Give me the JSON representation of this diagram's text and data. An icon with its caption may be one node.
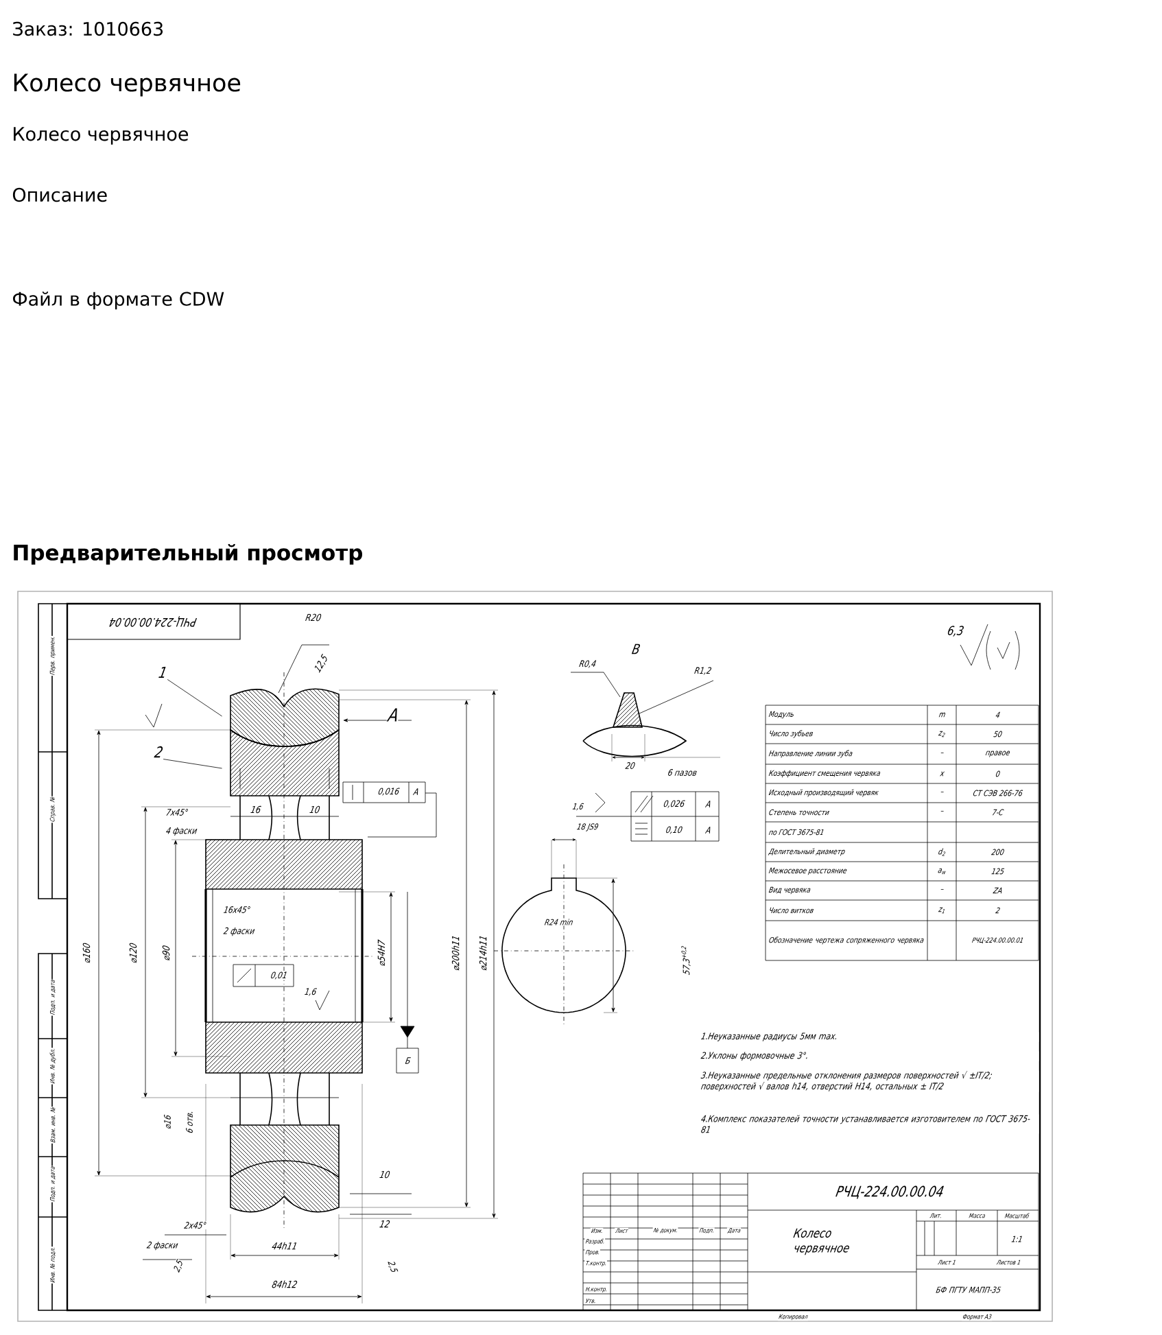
{
  "diagram": {
    "title": "Колесо червячное",
    "nodes": [
      {
        "text": [
          "1"
        ]
      },
      {
        "text": [
          "2"
        ]
      },
      {
        "text": [],
        "shape": "picture"
      },
      {
        "text": [],
        "shape": "picture"
      }
    ],
    "edges": [
      {
        "from": 0,
        "to": 2,
        "arrow": "none"
      },
      {
        "from": 1,
        "to": 3,
        "arrow": "none"
      }
    ],
    "labels": [
      "Заказ: 1010663",
      "Колесо червячное",
      "Описание",
      "Файл в формате CDW",
      "Предварительный просмотр",
      "РЧЦ-224.00.00.04",
      "R20",
      "12,5",
      "A",
      "16",
      "10",
      "0,016",
      "А",
      "7x45°",
      "4 фаски",
      "16x45°",
      "2 фаски",
      "0,01",
      "1,6",
      "Б",
      "⌀160",
      "⌀120",
      "⌀90",
      "⌀54H7",
      "⌀200h11",
      "⌀214h11",
      "⌀16",
      "6 отв.",
      "10",
      "2x45°",
      "12",
      "2 фаски",
      "44h11",
      "2,5",
      "2,5",
      "84h12",
      "В",
      "R0,4",
      "R1,2",
      "20",
      "6 пазов",
      "1,6",
      "18 JS9",
      "0,026",
      "А",
      "0,10",
      "А",
      "R24 min",
      "57,3$^{+0,2}$",
      "6,3",
      "Модуль",
      "m",
      "4",
      "Число зубьев",
      "z$_{2}$",
      "50",
      "Направление линии зуба",
      "–",
      "правое",
      "Коэффициент смещения червяка",
      "x",
      "0",
      "Исходный производящий червяк",
      "–",
      "СТ СЭВ 266-76",
      "Степень точности",
      "–",
      "7-С",
      "по ГОСТ 3675-81",
      "Делительный диаметр",
      "d$_{2}$",
      "200",
      "Межосевое расстояние",
      "a$_{w}$",
      "125",
      "Вид червяка",
      "–",
      "ZA",
      "Число витков",
      "z$_{1}$",
      "2",
      "Обозначение чертежа сопряженного червяка",
      "РЧЦ-224.00.00.01",
      "1.Неуказанные радиусы 5мм max.",
      "2.Уклоны формовочные 3°.",
      "3.Неуказанные предельные отклонения размеров поверхностей √ ±IT/2; поверхностей √ валов h14, отверстий H14, остальных ± IT/2",
      "4.Комплекс показателей точности устанавливается изготовителем по ГОСТ 3675-81",
      "РЧЦ-224.00.00.04",
      "Колесо червячное",
      "Лит.",
      "Масса",
      "Масштаб",
      "1:1",
      "Изм.",
      "Лист",
      "№ докум.",
      "Подп.",
      "Дата",
      "Разраб.",
      "Пров.",
      "Т.контр.",
      "Лист 1",
      "Листов 1",
      "Н.контр.",
      "Утв.",
      "БФ ПГТУ МАПП-35",
      "Копировал",
      "Формат А3",
      "Перв. примен.",
      "Справ. №",
      "Подп. и дата",
      "Инв. № дубл.",
      "Взам. инв. №",
      "Подп. и дата",
      "Инв. № подл."
    ]
  }
}
